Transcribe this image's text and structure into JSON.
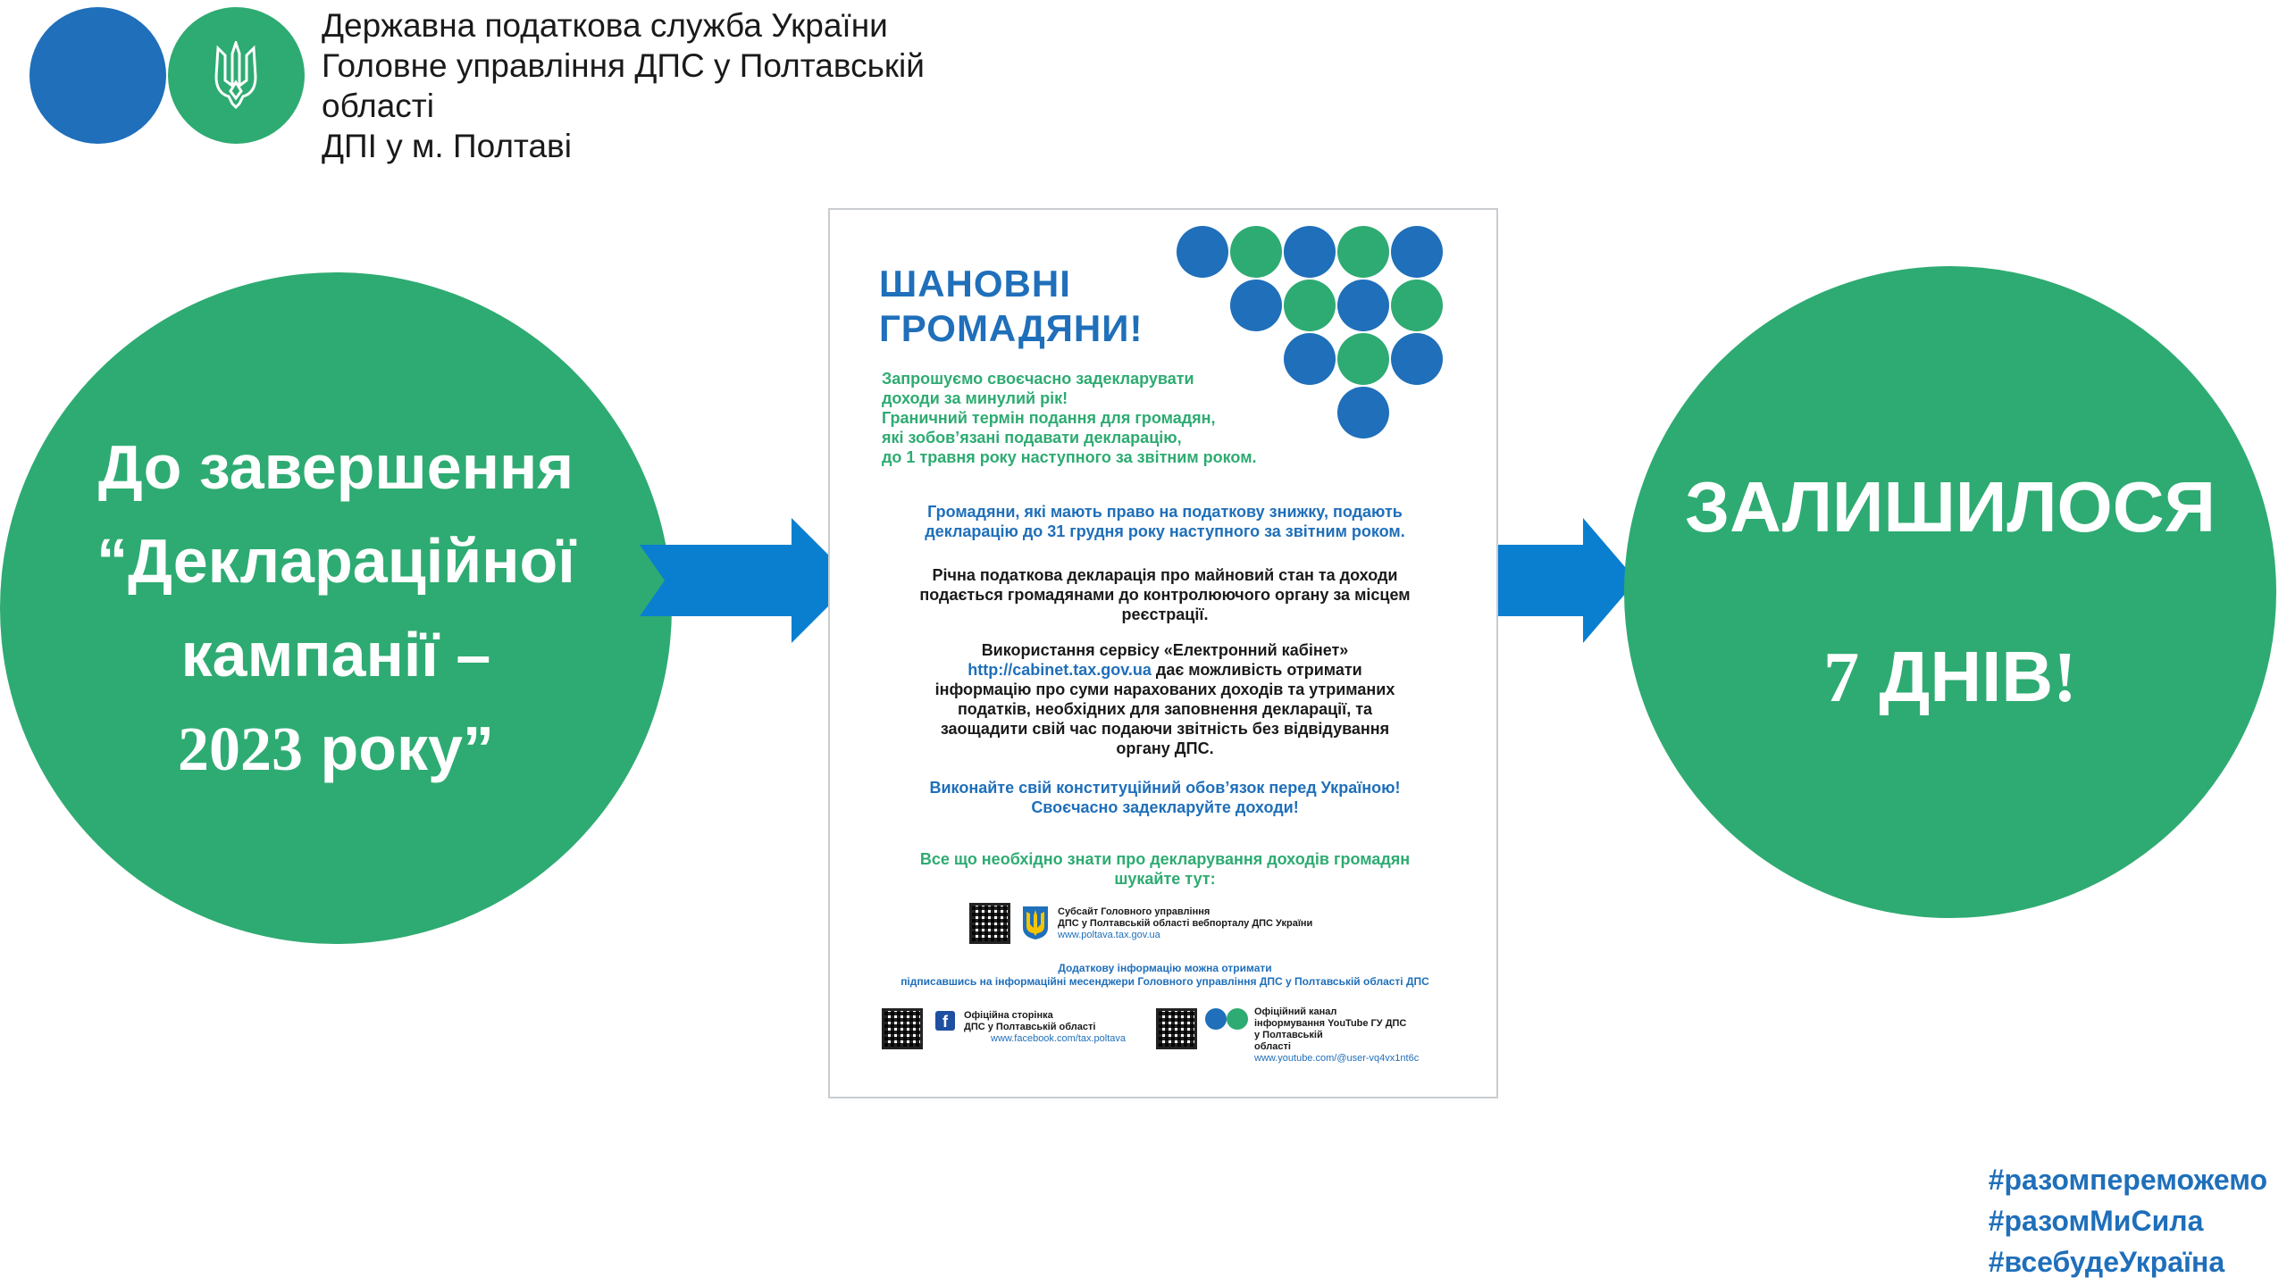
{
  "header": {
    "org_lines": [
      "Державна податкова служба України",
      "Головне управління ДПС у Полтавській",
      "області",
      "ДПІ у м. Полтаві"
    ]
  },
  "left_circle": {
    "line1": "До завершення",
    "line2": "“Деклараційної",
    "line3": "кампанії –",
    "line4_year": "2023",
    "line4_rest": " року”"
  },
  "right_circle": {
    "line1": "ЗАЛИШИЛОСЯ",
    "days_number": "7",
    "days_word": " ДНІВ",
    "days_mark": "!"
  },
  "poster": {
    "title_line1": "ШАНОВНІ",
    "title_line2": "ГРОМАДЯНИ!",
    "green_lines": [
      "Запрошуємо своєчасно задекларувати",
      "доходи за минулий рік!",
      "Граничний термін подання для громадян,",
      "які зобов’язані подавати декларацію,",
      "до 1 травня року наступного за звітним роком."
    ],
    "blue_para_lines": [
      "Громадяни, які мають право на податкову знижку, подають",
      "декларацію до 31 грудня року наступного за звітним роком."
    ],
    "dark_para_lines": [
      "Річна податкова декларація про майновий стан та доходи",
      "подається громадянами до контролюючого органу за місцем",
      "реєстрації."
    ],
    "cabinet_line1": "Використання сервісу «Електронний кабінет»",
    "cabinet_link": "http://cabinet.tax.gov.ua",
    "cabinet_line2_rest": " дає можливість отримати",
    "cabinet_lines_rest": [
      "інформацію про суми нарахованих доходів та утриманих",
      "податків, необхідних для заповнення декларації, та",
      "заощадити свій час подаючи звітність без відвідування",
      "органу ДПС."
    ],
    "duty_lines": [
      "Виконайте свій конституційний обов’язок перед Україною!",
      "Своєчасно задекларуйте доходи!"
    ],
    "info_lines": [
      "Все що необхідно знати про декларування доходів громадян",
      "шукайте тут:"
    ],
    "subsite_lines": [
      "Субсайт Головного управління",
      "ДПС у Полтавській області вебпорталу ДПС України"
    ],
    "subsite_link": "www.poltava.tax.gov.ua",
    "messenger_lines": [
      "Додаткову інформацію можна отримати",
      "підписавшись на інформаційні месенджери Головного управління ДПС у Полтавській області ДПС"
    ],
    "fb_lines": [
      "Офіційна сторінка",
      "ДПС у Полтавській області"
    ],
    "fb_link": "www.facebook.com/tax.poltava",
    "yt_lines": [
      "Офіційний канал",
      "інформування YouTube ГУ ДПС",
      "у Полтавській",
      "області"
    ],
    "yt_link": "www.youtube.com/@user-vq4vx1nt6c"
  },
  "hashtags": [
    "#разомпереможемо",
    "#разомМиСила",
    "#всебудеУкраїна"
  ],
  "colors": {
    "blue": "#1f6fba",
    "green": "#2eab72",
    "arrow_blue": "#0a7fd0"
  }
}
